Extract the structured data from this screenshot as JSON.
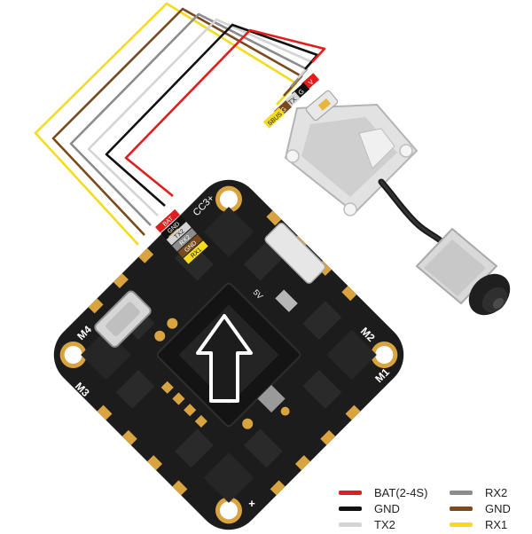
{
  "colors": {
    "red": "#e01e1e",
    "black": "#111111",
    "white": "#d4d4d4",
    "gray": "#8c8c8c",
    "brown": "#7a4a1c",
    "yellow": "#f3dc20",
    "board": "#1c1c1c",
    "gold": "#d9a43f"
  },
  "board": {
    "connector_pins": [
      "BAT",
      "GND",
      "TX2",
      "RX2",
      "GND",
      "RX1"
    ],
    "side_label": "CC3+",
    "motor_labels": [
      "M1",
      "M2",
      "M3",
      "M4"
    ],
    "voltage_label": "5V",
    "plus_mark": "+"
  },
  "camera": {
    "cable_labels": [
      "V",
      "G",
      "TX",
      "G",
      "SBUS"
    ]
  },
  "legend": {
    "items": [
      {
        "label": "BAT(2-4S)",
        "color": "#e01e1e"
      },
      {
        "label": "RX2",
        "color": "#8c8c8c"
      },
      {
        "label": "GND",
        "color": "#111111"
      },
      {
        "label": "GND",
        "color": "#7a4a1c"
      },
      {
        "label": "TX2",
        "color": "#d4d4d4"
      },
      {
        "label": "RX1",
        "color": "#f3dc20"
      }
    ]
  }
}
